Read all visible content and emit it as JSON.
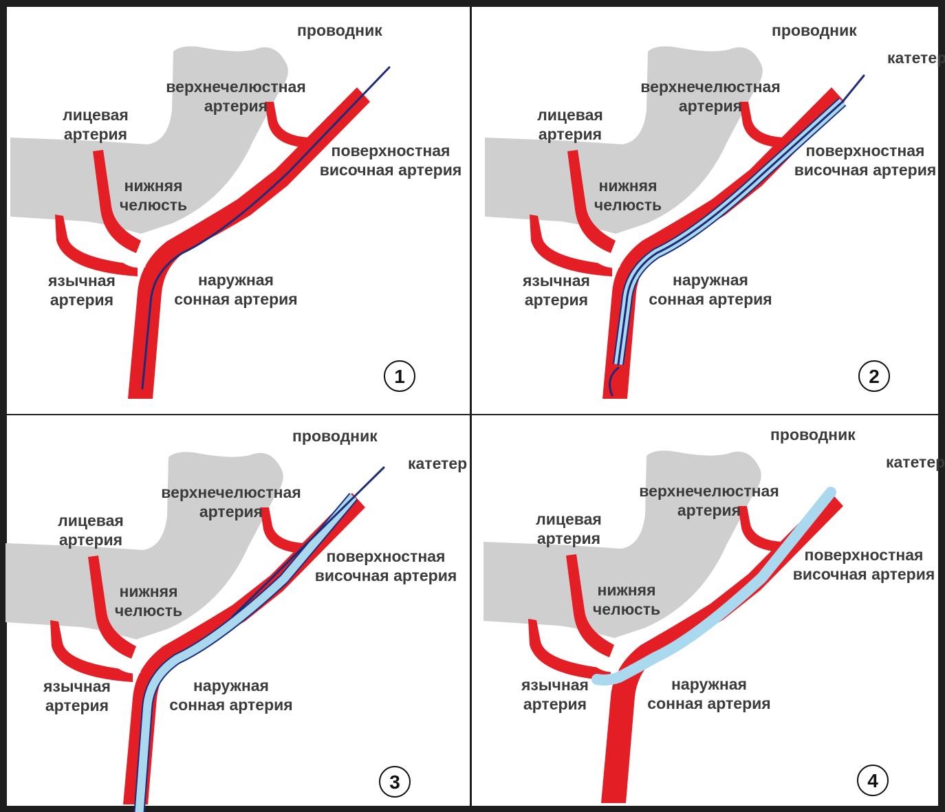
{
  "colors": {
    "background": "#ffffff",
    "frame": "#1e1e1e",
    "bone": "#cfcfcf",
    "artery": "#e31e24",
    "guidewire": "#1c2b7a",
    "catheter": "#a9d8ef",
    "label_text": "#3b3b3b"
  },
  "panels": [
    {
      "number": "1",
      "show_catheter_label": false,
      "labels": {
        "guidewire": "проводник",
        "catheter": "",
        "maxillary": [
          "верхнечелюстная",
          "артерия"
        ],
        "facial": [
          "лицевая",
          "артерия"
        ],
        "superficial_temporal": [
          "поверхностная",
          "височная артерия"
        ],
        "mandible": [
          "нижняя",
          "челюсть"
        ],
        "lingual": [
          "язычная",
          "артерия"
        ],
        "external_carotid": [
          "наружная",
          "сонная артерия"
        ]
      }
    },
    {
      "number": "2",
      "show_catheter_label": true,
      "labels": {
        "guidewire": "проводник",
        "catheter": "катетер",
        "maxillary": [
          "верхнечелюстная",
          "артерия"
        ],
        "facial": [
          "лицевая",
          "артерия"
        ],
        "superficial_temporal": [
          "поверхностная",
          "височная артерия"
        ],
        "mandible": [
          "нижняя",
          "челюсть"
        ],
        "lingual": [
          "язычная",
          "артерия"
        ],
        "external_carotid": [
          "наружная",
          "сонная артерия"
        ]
      }
    },
    {
      "number": "3",
      "show_catheter_label": true,
      "labels": {
        "guidewire": "проводник",
        "catheter": "катетер",
        "maxillary": [
          "верхнечелюстная",
          "артерия"
        ],
        "facial": [
          "лицевая",
          "артерия"
        ],
        "superficial_temporal": [
          "поверхностная",
          "височная артерия"
        ],
        "mandible": [
          "нижняя",
          "челюсть"
        ],
        "lingual": [
          "язычная",
          "артерия"
        ],
        "external_carotid": [
          "наружная",
          "сонная артерия"
        ]
      }
    },
    {
      "number": "4",
      "show_catheter_label": true,
      "labels": {
        "guidewire": "проводник",
        "catheter": "катетер",
        "maxillary": [
          "верхнечелюстная",
          "артерия"
        ],
        "facial": [
          "лицевая",
          "артерия"
        ],
        "superficial_temporal": [
          "поверхностная",
          "височная артерия"
        ],
        "mandible": [
          "нижняя",
          "челюсть"
        ],
        "lingual": [
          "язычная",
          "артерия"
        ],
        "external_carotid": [
          "наружная",
          "сонная артерия"
        ]
      }
    }
  ]
}
